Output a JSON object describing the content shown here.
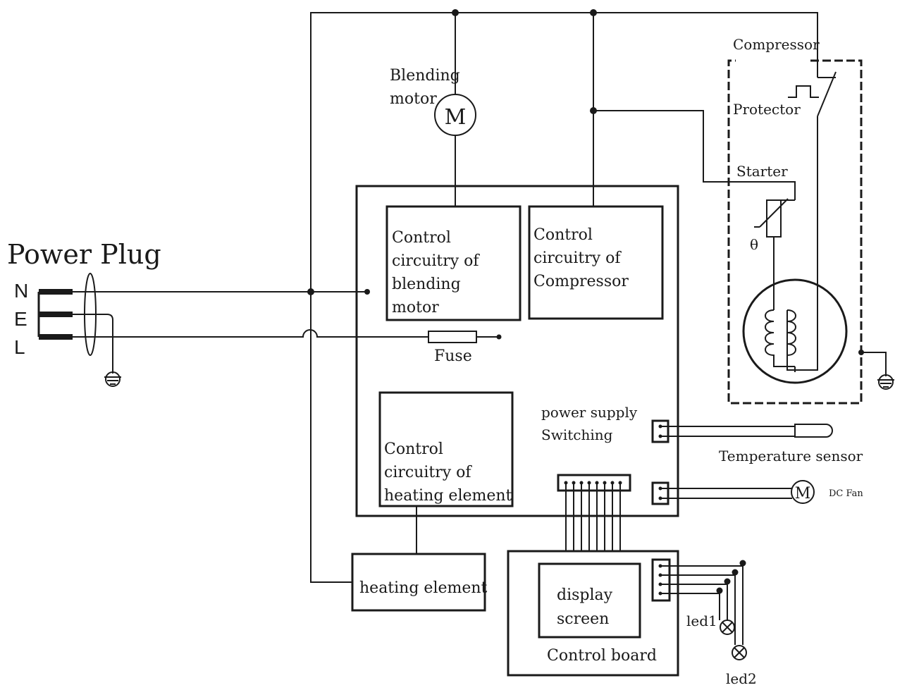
{
  "power_plug": {
    "title": "Power Plug",
    "pins": [
      "N",
      "E",
      "L"
    ]
  },
  "fuse": {
    "label": "Fuse"
  },
  "blending_motor": {
    "label_line1": "Blending",
    "label_line2": "motor",
    "symbol": "M"
  },
  "blocks": {
    "blending_control": [
      "Control",
      "circuitry of",
      "blending",
      "motor"
    ],
    "compressor_control": [
      "Control",
      "circuitry of",
      "Compressor"
    ],
    "heating_control": [
      "Control",
      "circuitry of",
      "heating element"
    ]
  },
  "compressor": {
    "title": "Compressor",
    "protector": "Protector",
    "starter": "Starter",
    "theta": "θ"
  },
  "power_supply": {
    "line1": "power supply",
    "line2": "Switching"
  },
  "temperature_sensor": {
    "label": "Temperature sensor"
  },
  "dc_fan": {
    "label": "DC Fan",
    "symbol": "M"
  },
  "heating_element": {
    "label": "heating element"
  },
  "control_board": {
    "label": "Control board",
    "display_line1": "display",
    "display_line2": "screen"
  },
  "leds": {
    "led1": "led1",
    "led2": "led2"
  }
}
